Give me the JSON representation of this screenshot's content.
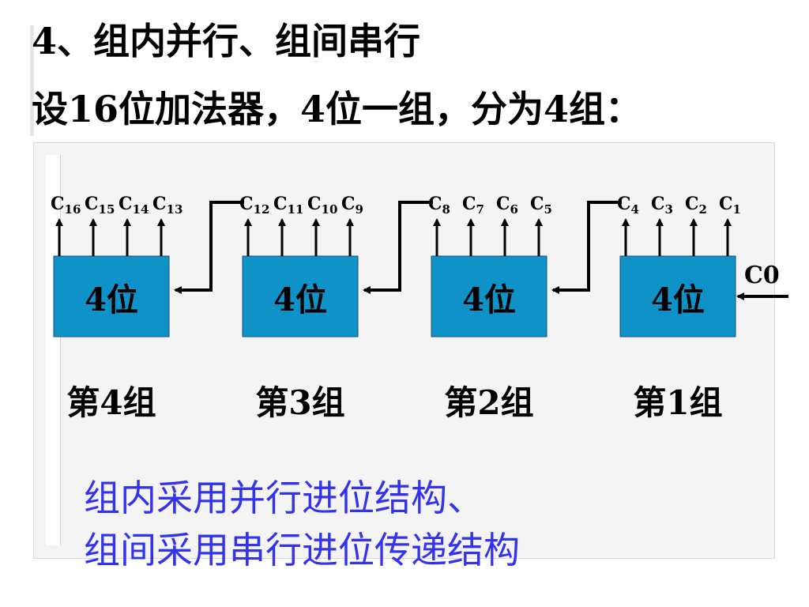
{
  "heading": {
    "title": "4、组内并行、组间串行",
    "subtitle": "设16位加法器，4位一组，分为4组："
  },
  "diagram": {
    "carry_in": "C0",
    "groups": [
      {
        "box": "4位",
        "label": "第4组",
        "carries": [
          {
            "c": "C",
            "n": "16"
          },
          {
            "c": "C",
            "n": "15"
          },
          {
            "c": "C",
            "n": "14"
          },
          {
            "c": "C",
            "n": "13"
          }
        ]
      },
      {
        "box": "4位",
        "label": "第3组",
        "carries": [
          {
            "c": "C",
            "n": "12"
          },
          {
            "c": "C",
            "n": "11"
          },
          {
            "c": "C",
            "n": "10"
          },
          {
            "c": "C",
            "n": "9"
          }
        ]
      },
      {
        "box": "4位",
        "label": "第2组",
        "carries": [
          {
            "c": "C",
            "n": "8"
          },
          {
            "c": "C",
            "n": "7"
          },
          {
            "c": "C",
            "n": "6"
          },
          {
            "c": "C",
            "n": "5"
          }
        ]
      },
      {
        "box": "4位",
        "label": "第1组",
        "carries": [
          {
            "c": "C",
            "n": "4"
          },
          {
            "c": "C",
            "n": "3"
          },
          {
            "c": "C",
            "n": "2"
          },
          {
            "c": "C",
            "n": "1"
          }
        ]
      }
    ]
  },
  "notes": {
    "line1": "组内采用并行进位结构、",
    "line2": "组间采用串行进位传递结构"
  },
  "colors": {
    "box_fill": "#0e92c8",
    "note_text": "#3333ee"
  }
}
